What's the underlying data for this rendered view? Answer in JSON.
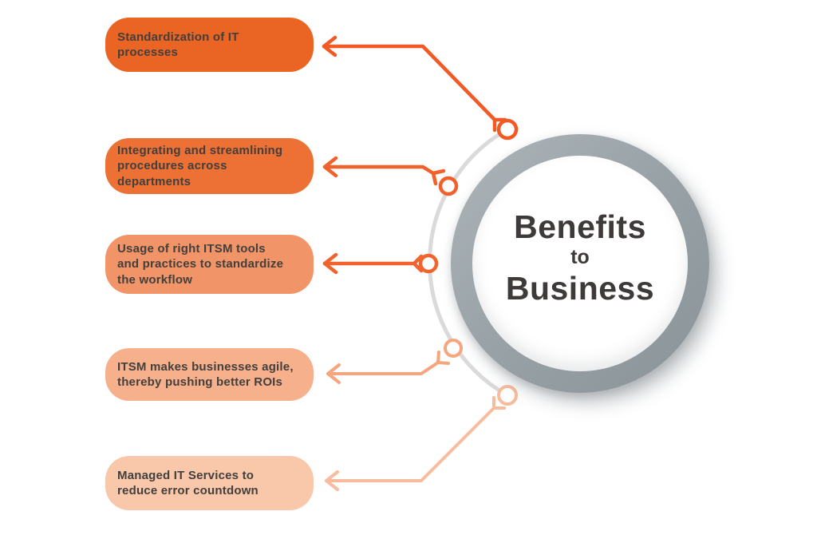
{
  "title": {
    "line1": "Benefits",
    "line2": "to",
    "line3": "Business"
  },
  "benefits": [
    {
      "text": "Standardization of IT\nprocesses",
      "box_color": "#EA6424",
      "connector_color": "#F15A25"
    },
    {
      "text": "Integrating and streamlining\nprocedures across\ndepartments",
      "box_color": "#ED7134",
      "connector_color": "#F2612C"
    },
    {
      "text": "Usage of right ITSM tools\nand practices to standardize\nthe workflow",
      "box_color": "#F19468",
      "connector_color": "#F1642E"
    },
    {
      "text": "ITSM makes businesses agile,\nthereby pushing better ROIs",
      "box_color": "#F6B08B",
      "connector_color": "#F5A67F"
    },
    {
      "text": "Managed IT Services to\nreduce error countdown",
      "box_color": "#F9C7A9",
      "connector_color": "#F8BC9C"
    }
  ],
  "colors": {
    "arc": "#DADADA",
    "ring_gray": "#99A2A7",
    "text_dark": "#423F3D",
    "title_text": "#3E3A39",
    "background": "#FFFFFF"
  }
}
